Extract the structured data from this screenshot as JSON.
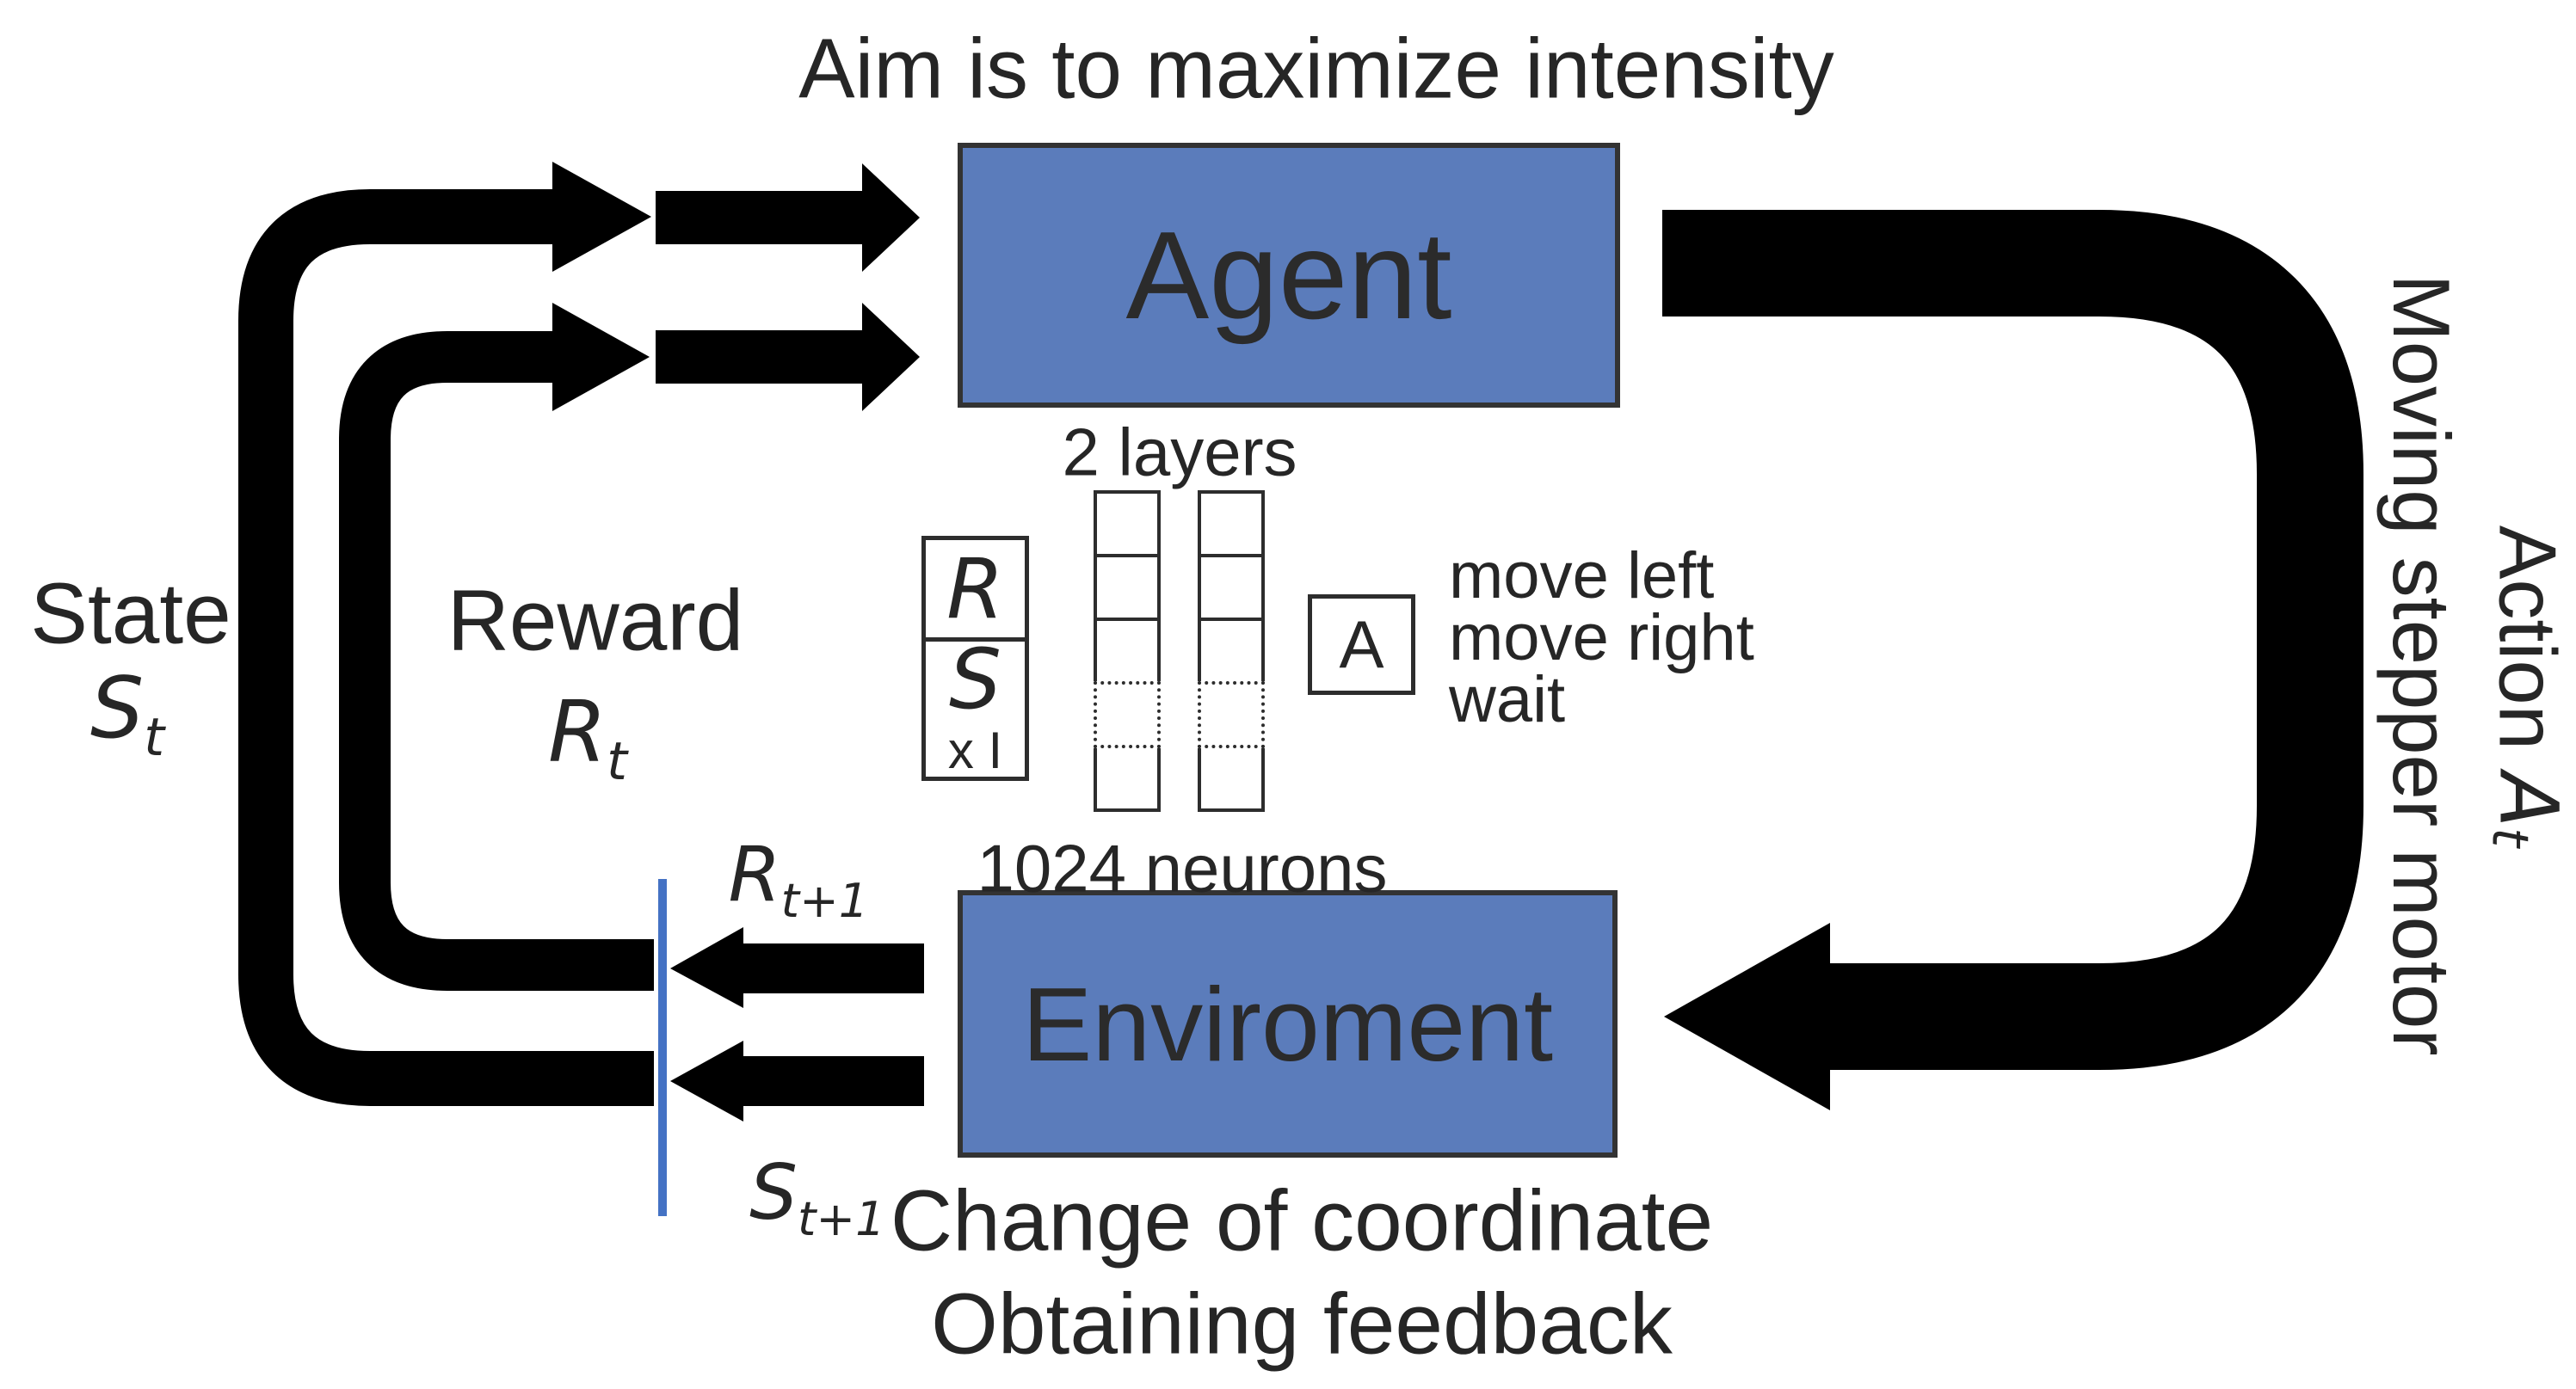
{
  "title": "Aim is to maximize intensity",
  "agent": {
    "label": "Agent"
  },
  "environment": {
    "label": "Enviroment"
  },
  "network": {
    "layers_label": "2 layers",
    "neurons_label": "1024 neurons",
    "input": {
      "top": "R",
      "bottom": "S",
      "annotation": "x I"
    },
    "output": {
      "label": "A"
    },
    "actions": [
      "move left",
      "move right",
      "wait"
    ]
  },
  "left": {
    "state_label": "State",
    "state_symbol": {
      "base": "S",
      "sub": "t"
    },
    "reward_label": "Reward",
    "reward_symbol": {
      "base": "R",
      "sub": "t"
    },
    "reward_next": {
      "base": "R",
      "sub": "t+1"
    },
    "state_next": {
      "base": "S",
      "sub": "t+1"
    }
  },
  "right": {
    "action_prefix": "Action ",
    "action_symbol": {
      "base": "A",
      "sub": "t"
    },
    "motor_label": "Moving stepper motor"
  },
  "bottom": {
    "line1": "Change of coordinate",
    "line2": "Obtaining feedback"
  },
  "colors": {
    "box_fill": "#5b7cbb",
    "box_border": "#333333",
    "arrow_black": "#000000",
    "boundary_line_blue": "#4472c4",
    "text": "#262626"
  }
}
